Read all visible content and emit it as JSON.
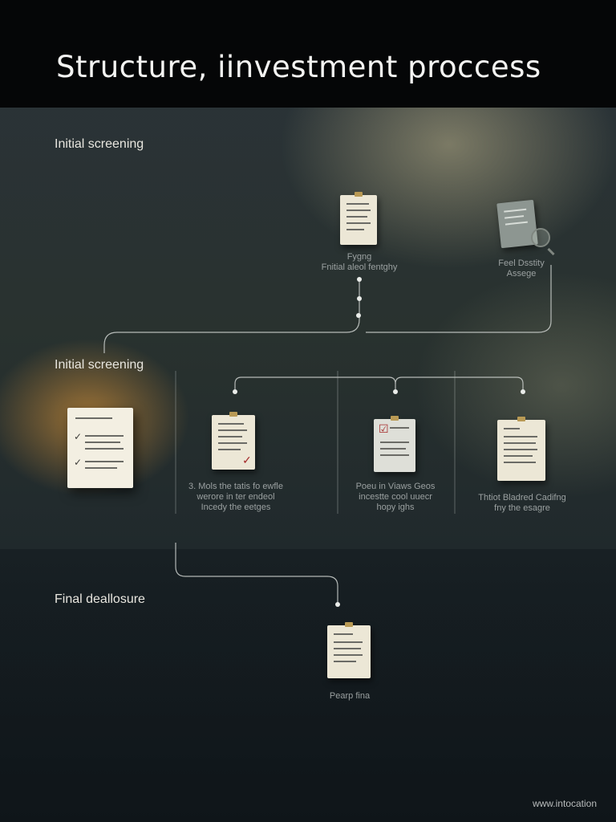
{
  "title": "Structure, iinvestment proccess",
  "stage_labels": {
    "top": "Initial screening",
    "middle": "Initial screening",
    "bottom": "Final deallosure"
  },
  "nodes": {
    "top_center": {
      "caption_line1": "Fygng",
      "caption_line2": "Fnitial aleol fentghy"
    },
    "top_right": {
      "caption_line1": "Feel Dsstity",
      "caption_line2": "Assege"
    },
    "mid_left": {
      "caption_line1": "3. Mols the tatis fo ewfle",
      "caption_line2": "werore in ter endeol",
      "caption_line3": "Incedy the eetges"
    },
    "mid_center": {
      "caption_line1": "Poeu in Viaws Geos",
      "caption_line2": "incestte cool uuecr",
      "caption_line3": "hopy ighs"
    },
    "mid_right": {
      "caption_line1": "Thtiot Bladred Cadifng",
      "caption_line2": "fny the esagre"
    },
    "bottom": {
      "caption_line1": "Pearp fina"
    }
  },
  "footer": "www.intocation",
  "icons": {
    "document": "document-icon",
    "magnifier": "magnifier-icon",
    "checkmark": "checkmark-icon"
  },
  "colors": {
    "title_bar": "#050607",
    "connector": "#cfd3d0",
    "glow": "#ffaa3c",
    "paper": "#ece7d6",
    "check_red": "#a52a2a"
  }
}
